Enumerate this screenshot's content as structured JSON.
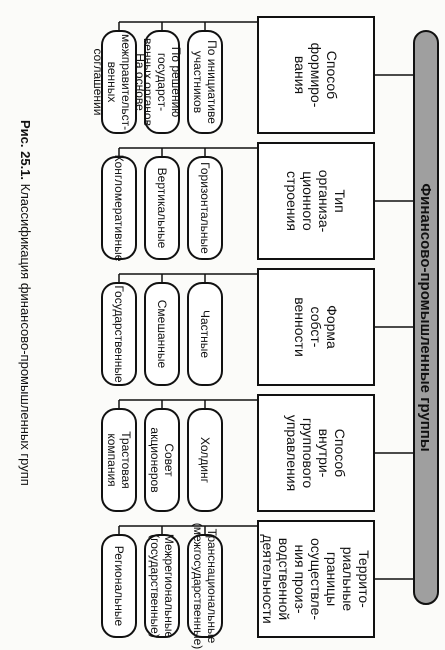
{
  "root": "Финансово-промышленные группы",
  "categories": [
    {
      "label": "Способ\nформиро-\nвания",
      "items": [
        "По инициативе участников",
        "По решению государст-\nвенных органов",
        "На основе межправительст-\nвенных соглашений"
      ]
    },
    {
      "label": "Тип\nорганиза-\nционного\nстроения",
      "items": [
        "Горизонтальные",
        "Вертикальные",
        "Конгломеративные"
      ]
    },
    {
      "label": "Форма\nсобст-\nвенности",
      "items": [
        "Частные",
        "Смешанные",
        "Государственные"
      ]
    },
    {
      "label": "Способ\nвнутри-\nгруппового\nуправления",
      "items": [
        "Холдинг",
        "Совет акционеров",
        "Трастовая компания"
      ]
    },
    {
      "label": "Террито-\nриальные\nграницы\nосуществле-\nния произ-\nводственной\nдеятельности",
      "items": [
        "Транснациональные\n(межгосударственные)",
        "Межрегиональные\n(государственные)",
        "Региональные"
      ]
    }
  ],
  "caption": {
    "label": "Рис. 25.1.",
    "text": " Классификация финансово-промышленных групп"
  }
}
